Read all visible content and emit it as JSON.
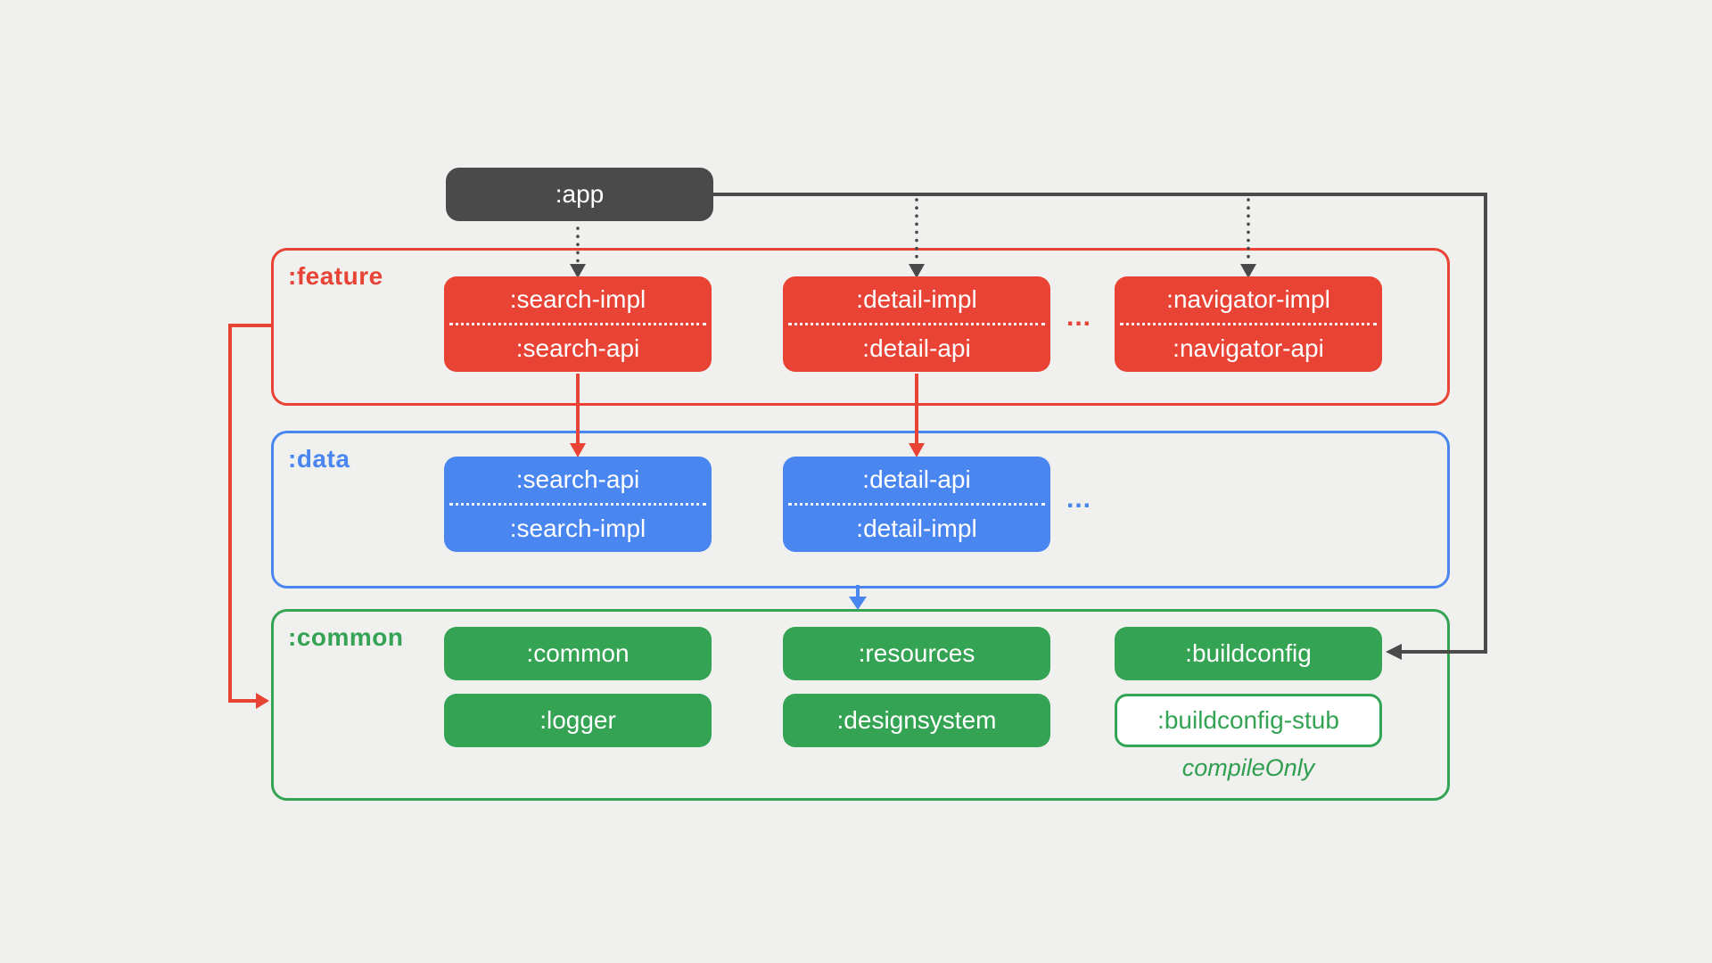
{
  "diagram": {
    "title_hint": "module dependency diagram",
    "app": {
      "label": ":app"
    },
    "feature": {
      "label": ":feature",
      "ellipsis": "...",
      "boxes": [
        {
          "top": ":search-impl",
          "bottom": ":search-api"
        },
        {
          "top": ":detail-impl",
          "bottom": ":detail-api"
        },
        {
          "top": ":navigator-impl",
          "bottom": ":navigator-api"
        }
      ]
    },
    "data": {
      "label": ":data",
      "ellipsis": "...",
      "boxes": [
        {
          "top": ":search-api",
          "bottom": ":search-impl"
        },
        {
          "top": ":detail-api",
          "bottom": ":detail-impl"
        }
      ]
    },
    "common": {
      "label": ":common",
      "row1": [
        ":common",
        ":resources",
        ":buildconfig"
      ],
      "row2": [
        ":logger",
        ":designsystem"
      ],
      "stub": {
        "label": ":buildconfig-stub",
        "note": "compileOnly"
      }
    },
    "colors": {
      "background": "#F0F0EE",
      "app_dark": "#4A4A4A",
      "feature_red": "#E84334",
      "data_blue": "#4A86F0",
      "common_green": "#34A353"
    }
  }
}
